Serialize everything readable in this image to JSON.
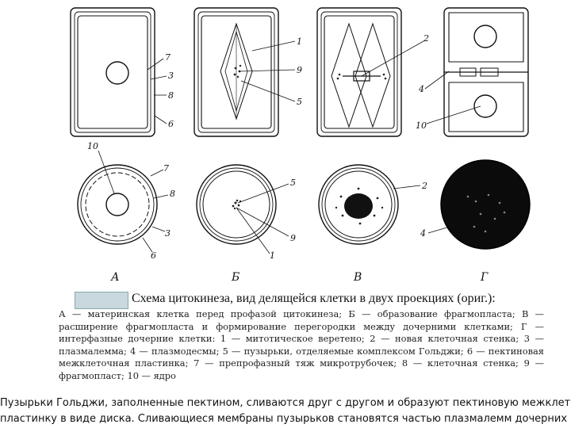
{
  "columns": [
    "А",
    "Б",
    "В",
    "Г"
  ],
  "labels": {
    "top_a": [
      "7",
      "3",
      "8",
      "6"
    ],
    "top_b": [
      "1",
      "9",
      "5"
    ],
    "top_c": [
      "2"
    ],
    "top_d": [
      "4",
      "10"
    ],
    "bottom_a": [
      "10",
      "7",
      "8",
      "3",
      "6"
    ],
    "bottom_b": [
      "5",
      "9",
      "1"
    ],
    "bottom_c": [
      "2",
      "4"
    ]
  },
  "title": "Схема цитокинеза, вид делящейся клетки в двух проекциях (ориг.):",
  "legend": "А — материнская клетка перед профазой цитокинеза; Б — образование фрагмопласта; В — расширение фрагмопласта и формирование перегородки между дочерними клетками; Г — интерфазные дочерние клетки: 1 — митотическое веретено; 2 — новая клеточная стенка; 3 — плазмалемма; 4 — плазмодесмы; 5 — пузырьки, отделяемые комплексом Гольджи; 6 — пектиновая межклеточная пластинка; 7 — препрофазный тяж микротрубочек; 8 — клеточная стенка; 9 — фрагмопласт; 10 — ядро",
  "caption": {
    "line1": "Пузырьки Гольджи, заполненные пектином, сливаются друг с другом и образуют пектиновую межклеточную",
    "line2": "пластинку в виде диска. Сливающиеся мембраны пузырьков становятся частью плазмалемм дочерних клеток"
  }
}
